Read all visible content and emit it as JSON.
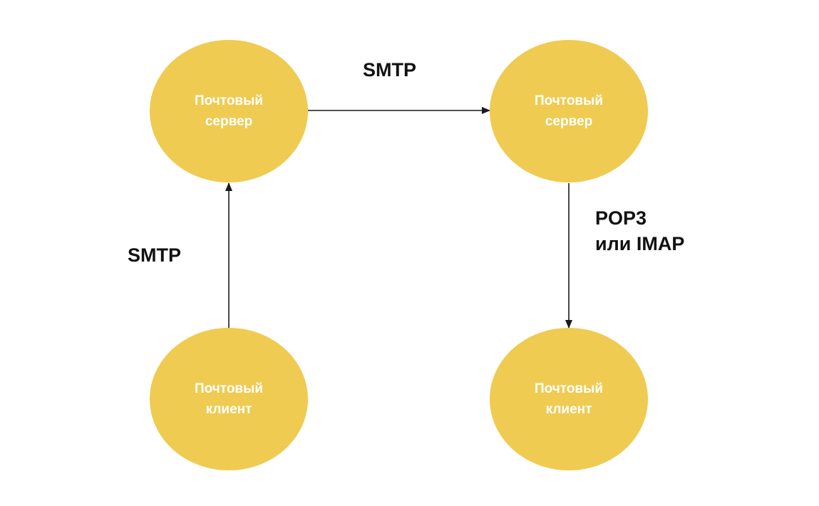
{
  "colors": {
    "node_fill": "#efcb51",
    "node_text": "#ffffff",
    "edge": "#1a1a1a",
    "label": "#111111",
    "background": "#ffffff"
  },
  "nodes": {
    "server_left": {
      "line1": "Почтовый",
      "line2": "сервер"
    },
    "server_right": {
      "line1": "Почтовый",
      "line2": "сервер"
    },
    "client_left": {
      "line1": "Почтовый",
      "line2": "клиент"
    },
    "client_right": {
      "line1": "Почтовый",
      "line2": "клиент"
    }
  },
  "edges": {
    "server_to_server": {
      "protocol": "SMTP"
    },
    "client_to_server": {
      "protocol": "SMTP"
    },
    "server_to_client": {
      "line1": "POP3",
      "line2": "или IMAP"
    }
  }
}
